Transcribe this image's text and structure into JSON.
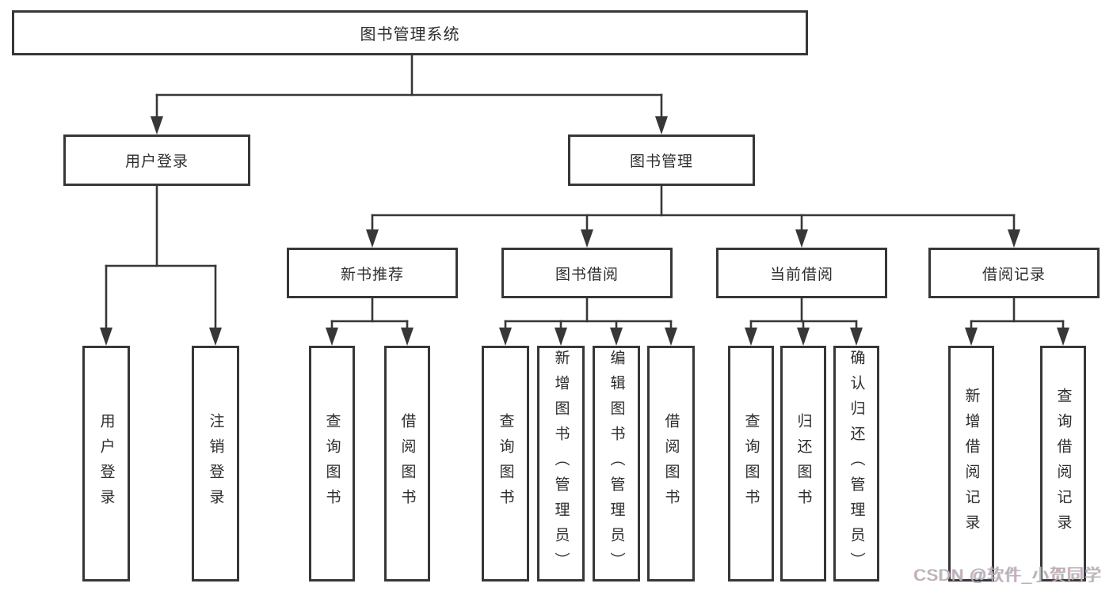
{
  "diagram": {
    "root": {
      "label": "图书管理系统"
    },
    "level2": [
      {
        "label": "用户登录",
        "parent": "图书管理系统"
      },
      {
        "label": "图书管理",
        "parent": "图书管理系统"
      }
    ],
    "level3": [
      {
        "label": "新书推荐",
        "parent": "图书管理"
      },
      {
        "label": "图书借阅",
        "parent": "图书管理"
      },
      {
        "label": "当前借阅",
        "parent": "图书管理"
      },
      {
        "label": "借阅记录",
        "parent": "图书管理"
      }
    ],
    "leaves": [
      {
        "label": "用户登录",
        "parent": "用户登录"
      },
      {
        "label": "注销登录",
        "parent": "用户登录"
      },
      {
        "label": "查询图书",
        "parent": "新书推荐"
      },
      {
        "label": "借阅图书",
        "parent": "新书推荐"
      },
      {
        "label": "查询图书",
        "parent": "图书借阅"
      },
      {
        "label": "新增图书（管理员）",
        "parent": "图书借阅"
      },
      {
        "label": "编辑图书（管理员）",
        "parent": "图书借阅"
      },
      {
        "label": "借阅图书",
        "parent": "图书借阅"
      },
      {
        "label": "查询图书",
        "parent": "当前借阅"
      },
      {
        "label": "归还图书",
        "parent": "当前借阅"
      },
      {
        "label": "确认归还（管理员）",
        "parent": "当前借阅"
      },
      {
        "label": "新增借阅记录",
        "parent": "借阅记录"
      },
      {
        "label": "查询借阅记录",
        "parent": "借阅记录"
      }
    ]
  },
  "watermark": {
    "text": "CSDN @软件_小贺同学"
  },
  "colors": {
    "line": "#373737",
    "text": "#2d2d2d",
    "background": "#ffffff",
    "watermark": "#b4b4b4"
  }
}
